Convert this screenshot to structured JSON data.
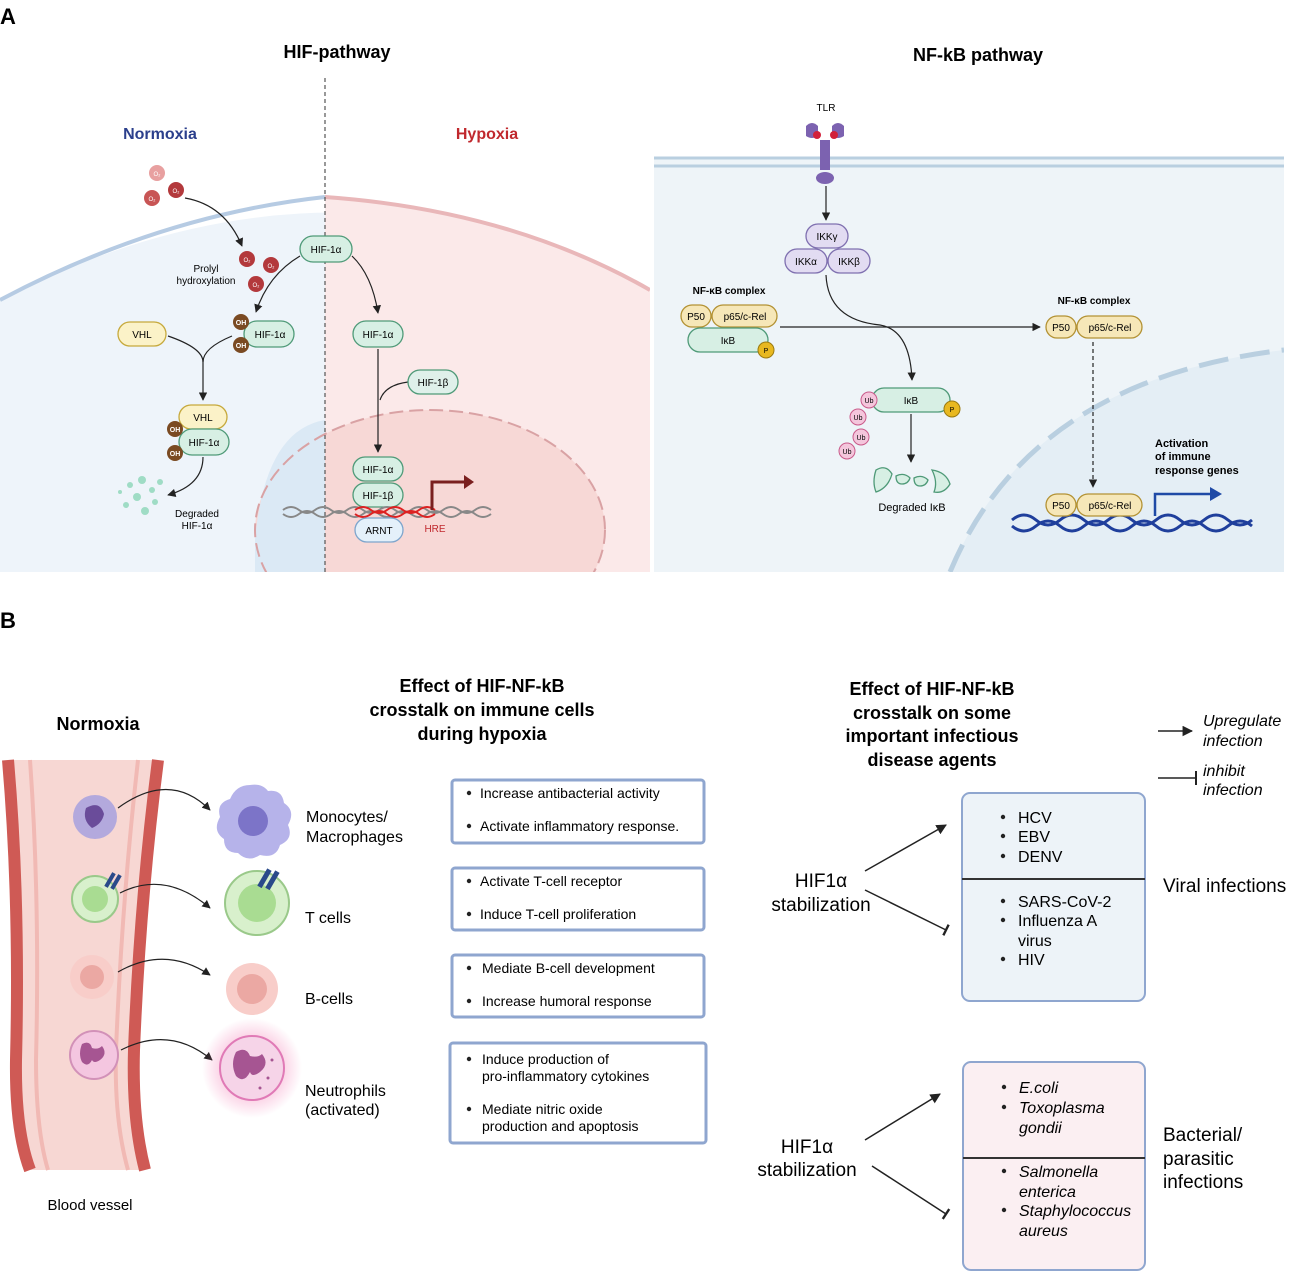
{
  "colors": {
    "normoxia": "#2b3f8c",
    "hypoxia": "#c0282d",
    "hif_box": "#d7efe4",
    "hif_stroke": "#4f9a78",
    "nfkb_box": "#f6e7b8",
    "nfkb_stroke": "#b39234",
    "ikk_box": "#e2dcf2",
    "ikk_stroke": "#7f70b0",
    "oh": "#7a4a22",
    "o2": "#b3393c",
    "p_badge": "#e8b820",
    "ub": "#f4c6dc",
    "dna": "#1f3f9c",
    "viral_bg": "#edf3f8",
    "bacterial_bg": "#fbeff2",
    "box_stroke": "#8fa6cf",
    "vessel": "#d7655f"
  },
  "panelA": {
    "label": "A",
    "hif": {
      "title": "HIF-pathway",
      "normoxia": "Normoxia",
      "hypoxia": "Hypoxia",
      "o2": "O₂",
      "prolyl": [
        "Prolyl",
        "hydroxylation"
      ],
      "hif1a": "HIF-1α",
      "hif1b": "HIF-1β",
      "vhl": "VHL",
      "oh": "OH",
      "arnt": "ARNT",
      "hre": "HRE",
      "degraded": [
        "Degraded",
        "HIF-1α"
      ]
    },
    "nfkb": {
      "title": "NF-kB pathway",
      "tlr": "TLR",
      "ikkg": "IKKγ",
      "ikka": "IKKα",
      "ikkb": "IKKβ",
      "complex": "NF-κB complex",
      "p50": "P50",
      "p65": "p65/c-Rel",
      "ikb": "IκB",
      "p": "P",
      "ub": "Ub",
      "degraded": "Degraded IκB",
      "activation": [
        "Activation",
        "of immune",
        "response genes"
      ]
    }
  },
  "panelB": {
    "label": "B",
    "normoxia": "Normoxia",
    "blood_vessel": "Blood vessel",
    "cells": [
      {
        "label": [
          "Monocytes/",
          "Macrophages"
        ]
      },
      {
        "label": [
          "T cells"
        ]
      },
      {
        "label": [
          "B-cells"
        ]
      },
      {
        "label": [
          "Neutrophils",
          "(activated)"
        ]
      }
    ],
    "effects_title": [
      "Effect of HIF-NF-kB",
      "crosstalk on immune  cells",
      "during hypoxia"
    ],
    "effects": [
      {
        "items": [
          "Increase antibacterial activity",
          "Activate inflammatory response."
        ]
      },
      {
        "items": [
          "Activate T-cell receptor",
          "Induce T-cell proliferation"
        ]
      },
      {
        "items": [
          "Mediate B-cell development",
          "Increase humoral response"
        ]
      },
      {
        "items": [
          "Induce production of",
          "pro-inflammatory cytokines",
          "Mediate nitric oxide",
          "production and  apoptosis"
        ]
      }
    ],
    "agents_title": [
      "Effect of HIF-NF-kB",
      "crosstalk on some",
      "important infectious",
      "disease agents"
    ],
    "legend": {
      "upregulate": [
        "Upregulate",
        "infection"
      ],
      "inhibit": [
        "inhibit",
        "infection"
      ]
    },
    "stabilization": [
      "HIF1α",
      "stabilization"
    ],
    "viral": {
      "label": "Viral infections",
      "up": [
        "HCV",
        "EBV",
        "DENV"
      ],
      "down": [
        "SARS-CoV-2",
        "Influenza A",
        "virus",
        "HIV"
      ]
    },
    "bacterial": {
      "label": [
        "Bacterial/",
        "parasitic",
        "infections"
      ],
      "up": [
        "E.coli",
        "Toxoplasma",
        "gondii"
      ],
      "down": [
        "Salmonella",
        "enterica",
        "Staphylococcus",
        "aureus"
      ]
    }
  }
}
